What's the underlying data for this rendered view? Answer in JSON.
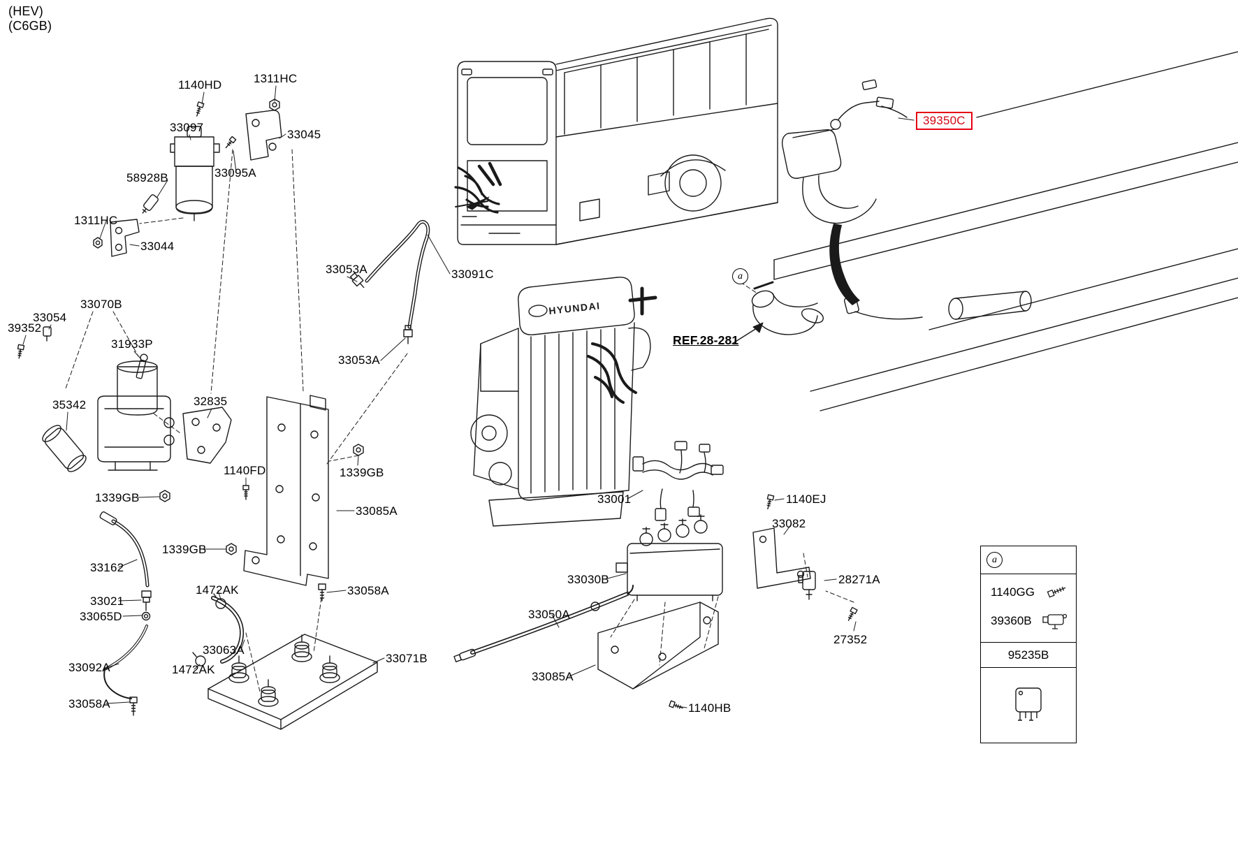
{
  "meta": {
    "hev": "(HEV)",
    "c6gb": "(C6GB)"
  },
  "engine": {
    "logo": "HYUNDAI"
  },
  "highlight": {
    "part": "39350C",
    "color": "#e60012"
  },
  "parts": {
    "p1140HD": "1140HD",
    "p1311HC_1": "1311HC",
    "p33097": "33097",
    "p33045": "33045",
    "p58928B": "58928B",
    "p33095A": "33095A",
    "p1311HC_2": "1311HC",
    "p33044": "33044",
    "p33070B": "33070B",
    "p33054": "33054",
    "p39352": "39352",
    "p31933P": "31933P",
    "p35342": "35342",
    "p32835": "32835",
    "p33053A_1": "33053A",
    "p33091C": "33091C",
    "p33053A_2": "33053A",
    "p1140FD": "1140FD",
    "p1339GB_1": "1339GB",
    "p33085A_1": "33085A",
    "p1339GB_2": "1339GB",
    "p1339GB_3": "1339GB",
    "p33162": "33162",
    "p33021": "33021",
    "p33065D": "33065D",
    "p1472AK_1": "1472AK",
    "p33063A": "33063A",
    "p1472AK_2": "1472AK",
    "p33092A": "33092A",
    "p33058A_1": "33058A",
    "p33058A_2": "33058A",
    "p33071B": "33071B",
    "p33001": "33001",
    "p33030B": "33030B",
    "p33050A": "33050A",
    "p33085A_2": "33085A",
    "p1140HB": "1140HB",
    "p1140EJ": "1140EJ",
    "p33082": "33082",
    "p28271A": "28271A",
    "p27352": "27352",
    "ref28281": "REF.28-281",
    "p39350C": "39350C",
    "marker_a": "a"
  },
  "legend": {
    "marker": "a",
    "p1140GG": "1140GG",
    "p39360B": "39360B",
    "p95235B": "95235B"
  }
}
